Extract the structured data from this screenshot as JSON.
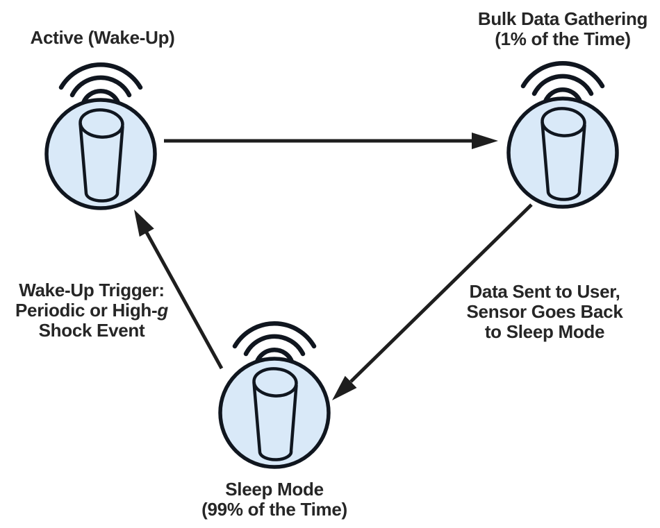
{
  "diagram": {
    "background": "#ffffff",
    "colors": {
      "node_fill": "#d9e9f8",
      "node_stroke": "#10161f",
      "arrow": "#1e1e1e",
      "text": "#262626"
    },
    "nodes": {
      "active": {
        "label": "Active (Wake-Up)"
      },
      "bulk": {
        "label_line1": "Bulk Data Gathering",
        "label_line2": "(1% of the Time)"
      },
      "sleep": {
        "label_line1": "Sleep Mode",
        "label_line2": "(99% of the Time)"
      }
    },
    "edges": {
      "active_to_bulk": {
        "from": "Active (Wake-Up)",
        "to": "Bulk Data Gathering"
      },
      "bulk_to_sleep": {
        "from": "Bulk Data Gathering",
        "to": "Sleep Mode",
        "label_line1": "Data Sent to User,",
        "label_line2": "Sensor Goes Back",
        "label_line3": "to Sleep Mode"
      },
      "sleep_to_active": {
        "from": "Sleep Mode",
        "to": "Active (Wake-Up)",
        "label_line1": "Wake-Up Trigger:",
        "label_line2_prefix": "Periodic or High-",
        "label_line2_italic": "g",
        "label_line3": "Shock Event"
      }
    }
  }
}
